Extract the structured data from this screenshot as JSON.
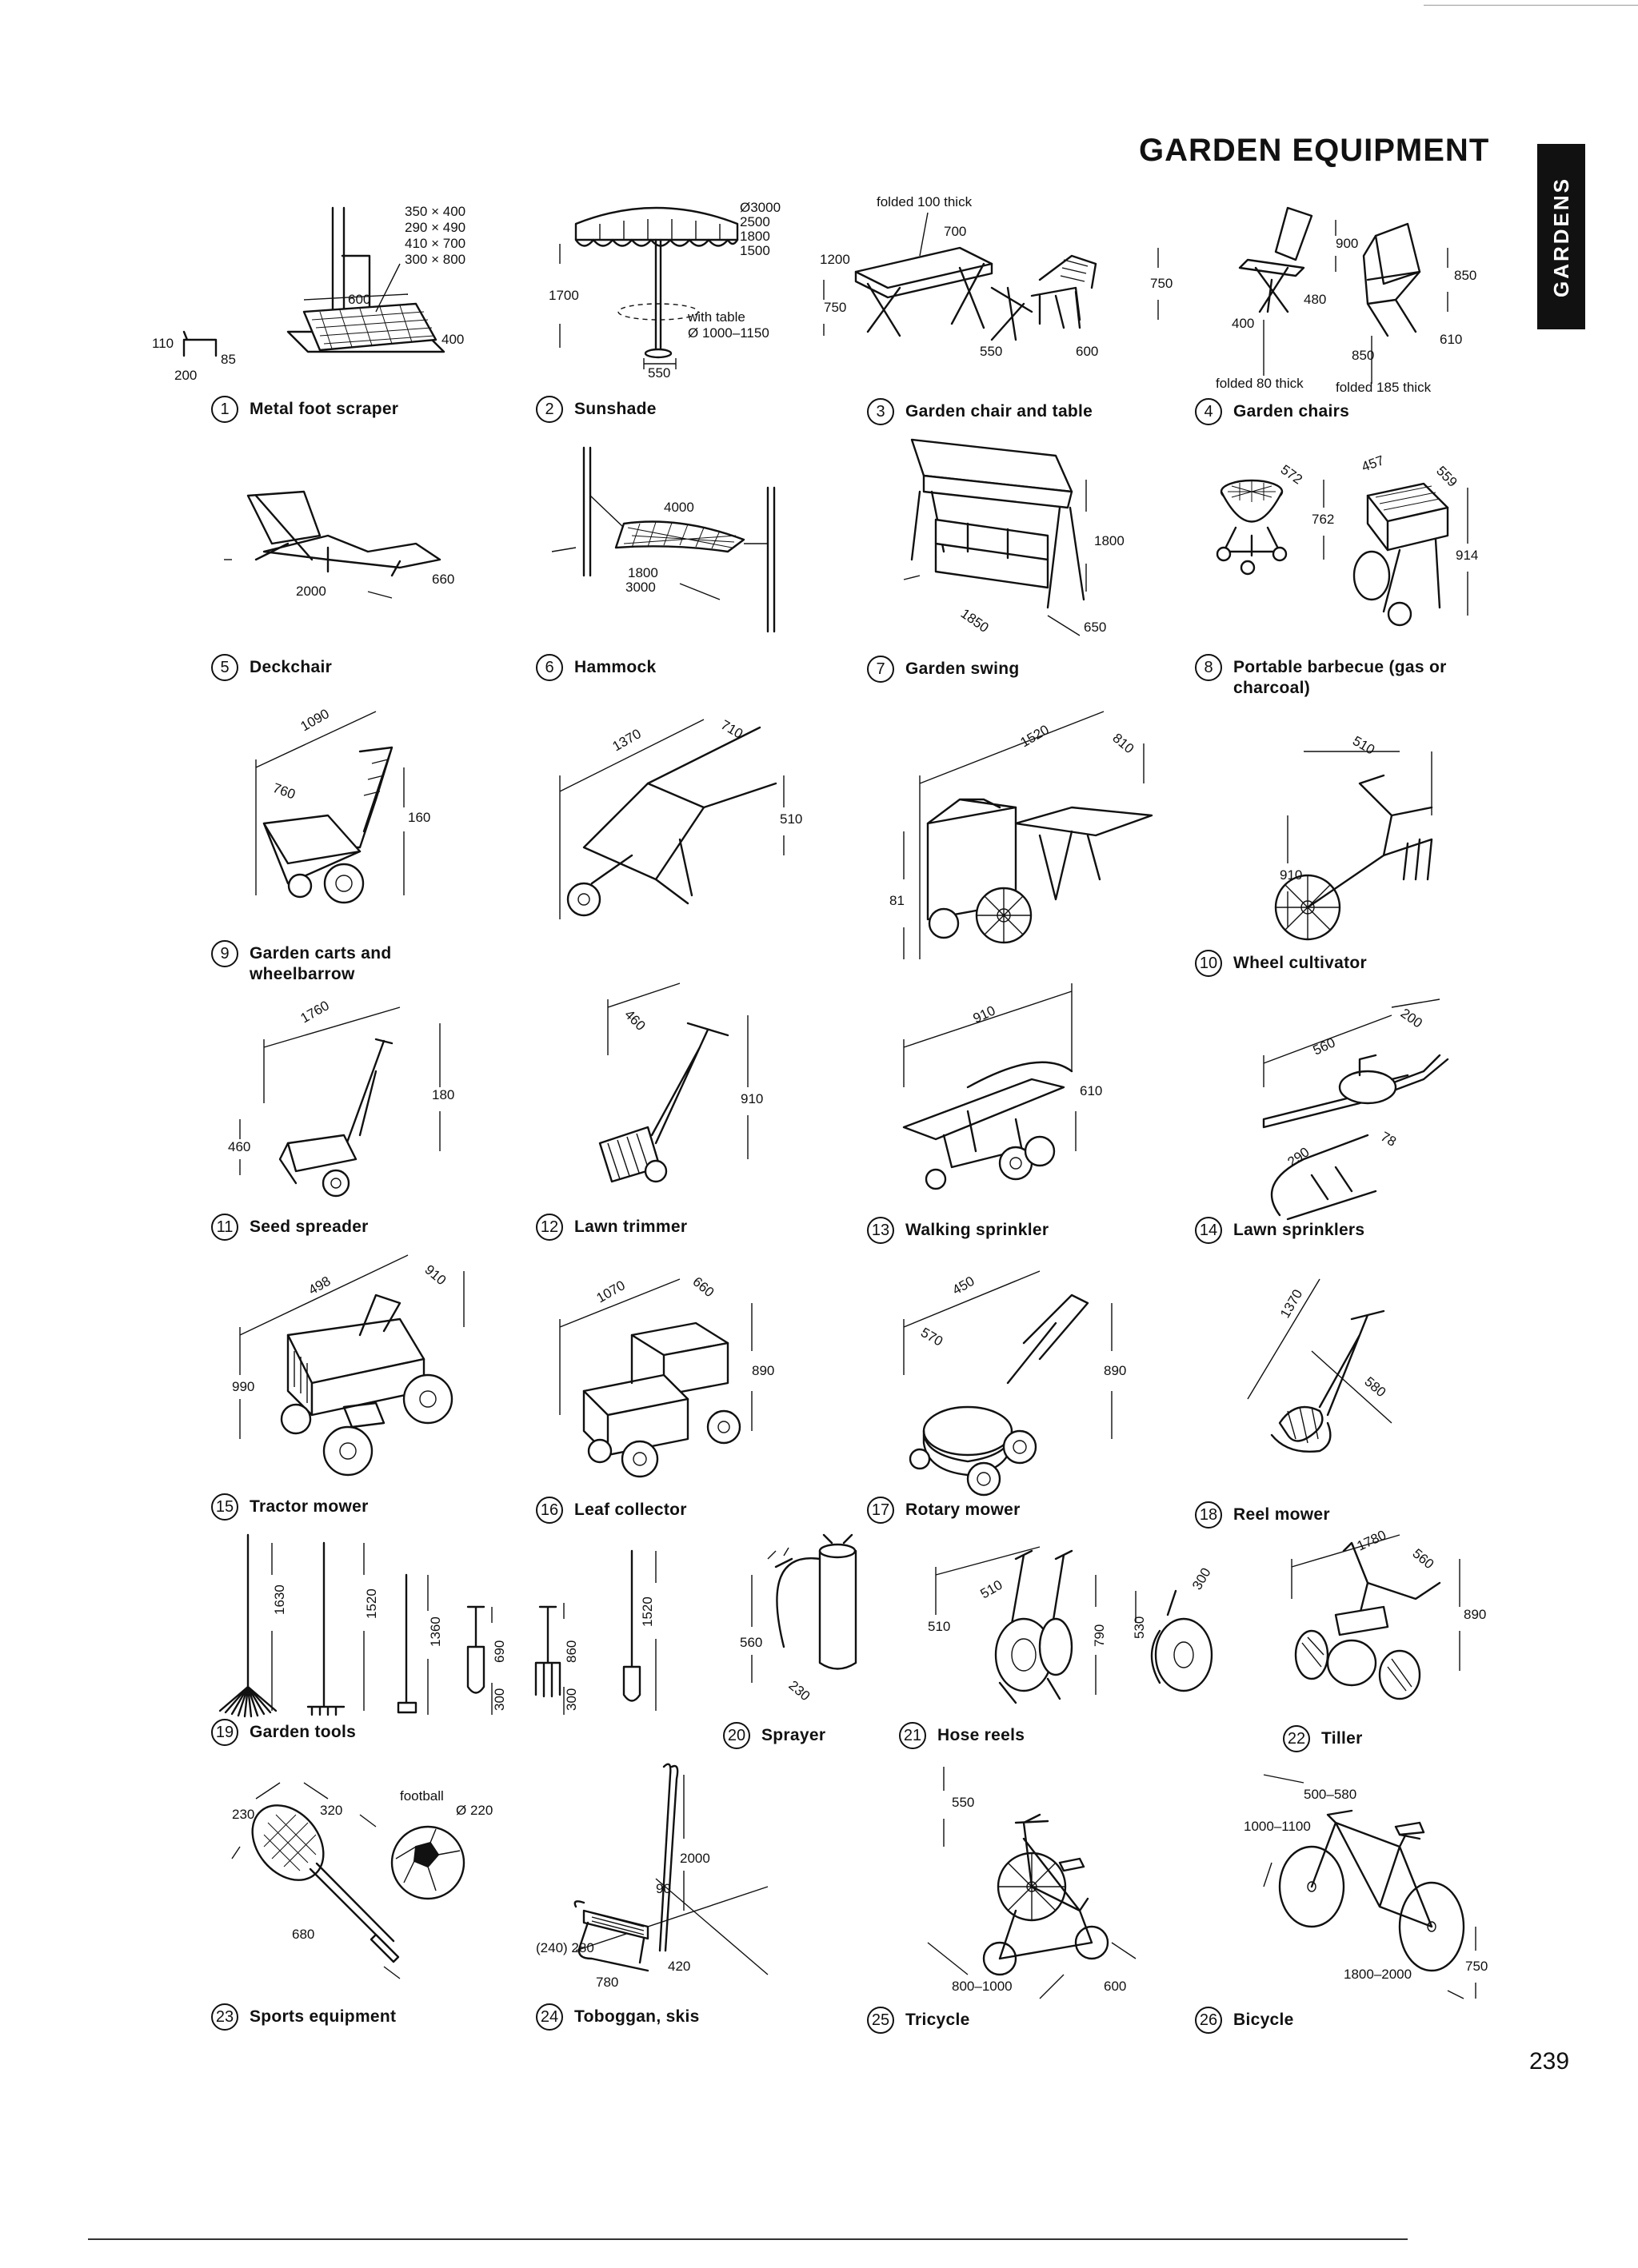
{
  "page": {
    "title": "GARDEN EQUIPMENT",
    "side_tab": "GARDENS",
    "page_number": "239"
  },
  "items": [
    {
      "n": "1",
      "label": "Metal foot scraper",
      "dims": [
        "350 × 400",
        "290 × 490",
        "410 × 700",
        "300 × 800",
        "600",
        "400",
        "110",
        "85",
        "200"
      ]
    },
    {
      "n": "2",
      "label": "Sunshade",
      "dims": [
        "Ø3000",
        "2500",
        "1800",
        "1500",
        "1700",
        "with table",
        "Ø 1000–1150",
        "550"
      ]
    },
    {
      "n": "3",
      "label": "Garden chair and table",
      "dims": [
        "folded 100 thick",
        "700",
        "1200",
        "750",
        "750",
        "550",
        "600"
      ]
    },
    {
      "n": "4",
      "label": "Garden chairs",
      "dims": [
        "900",
        "850",
        "480",
        "400",
        "610",
        "850",
        "folded 80 thick",
        "folded 185 thick"
      ]
    },
    {
      "n": "5",
      "label": "Deckchair",
      "dims": [
        "2000",
        "660"
      ]
    },
    {
      "n": "6",
      "label": "Hammock",
      "dims": [
        "4000",
        "1800",
        "3000"
      ]
    },
    {
      "n": "7",
      "label": "Garden swing",
      "dims": [
        "1800",
        "1850",
        "650"
      ]
    },
    {
      "n": "8",
      "label": "Portable barbecue (gas or charcoal)",
      "dims": [
        "572",
        "457",
        "559",
        "762",
        "914"
      ]
    },
    {
      "n": "9",
      "label": "Garden carts and wheelbarrow",
      "dims": [
        "1090",
        "760",
        "160",
        "1370",
        "710",
        "510",
        "1520",
        "810",
        "81"
      ]
    },
    {
      "n": "10",
      "label": "Wheel cultivator",
      "dims": [
        "510",
        "910"
      ]
    },
    {
      "n": "11",
      "label": "Seed spreader",
      "dims": [
        "1760",
        "180",
        "460"
      ]
    },
    {
      "n": "12",
      "label": "Lawn trimmer",
      "dims": [
        "460",
        "910"
      ]
    },
    {
      "n": "13",
      "label": "Walking sprinkler",
      "dims": [
        "910",
        "610"
      ]
    },
    {
      "n": "14",
      "label": "Lawn sprinklers",
      "dims": [
        "560",
        "200",
        "290",
        "78"
      ]
    },
    {
      "n": "15",
      "label": "Tractor mower",
      "dims": [
        "498",
        "910",
        "990"
      ]
    },
    {
      "n": "16",
      "label": "Leaf collector",
      "dims": [
        "1070",
        "660",
        "890"
      ]
    },
    {
      "n": "17",
      "label": "Rotary mower",
      "dims": [
        "450",
        "570",
        "890"
      ]
    },
    {
      "n": "18",
      "label": "Reel mower",
      "dims": [
        "1370",
        "580"
      ]
    },
    {
      "n": "19",
      "label": "Garden tools",
      "dims": [
        "1630",
        "1520",
        "1360",
        "690",
        "300",
        "860",
        "300",
        "1520"
      ]
    },
    {
      "n": "20",
      "label": "Sprayer",
      "dims": [
        "560",
        "230"
      ]
    },
    {
      "n": "21",
      "label": "Hose reels",
      "dims": [
        "510",
        "510",
        "790",
        "300",
        "530"
      ]
    },
    {
      "n": "22",
      "label": "Tiller",
      "dims": [
        "1780",
        "560",
        "890"
      ]
    },
    {
      "n": "23",
      "label": "Sports equipment",
      "dims": [
        "football",
        "Ø 220",
        "230",
        "320",
        "680"
      ]
    },
    {
      "n": "24",
      "label": "Toboggan, skis",
      "dims": [
        "2000",
        "90",
        "(240) 280",
        "780",
        "420"
      ]
    },
    {
      "n": "25",
      "label": "Tricycle",
      "dims": [
        "550",
        "800–1000",
        "600"
      ]
    },
    {
      "n": "26",
      "label": "Bicycle",
      "dims": [
        "500–580",
        "1000–1100",
        "1800–2000",
        "750"
      ]
    }
  ],
  "colors": {
    "ink": "#111111",
    "paper": "#ffffff",
    "tab": "#111111"
  }
}
